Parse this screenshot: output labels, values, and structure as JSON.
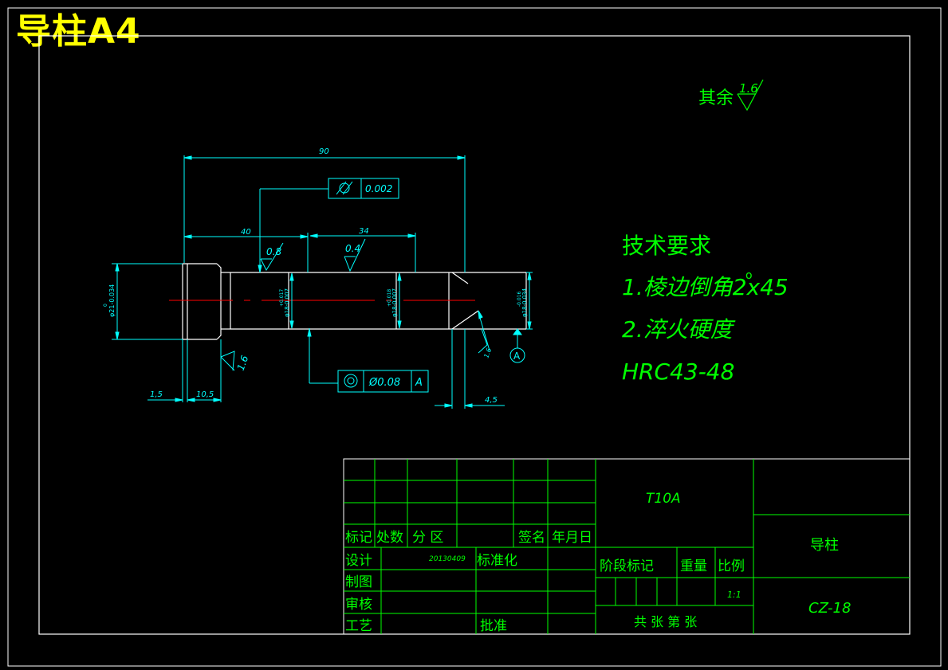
{
  "title": "导柱A4",
  "roughness_note": {
    "prefix": "其余",
    "value": "1.6"
  },
  "tech_requirements": {
    "heading": "技术要求",
    "line1": "1.棱边倒角2x45",
    "line1_suffix": "o",
    "line2": "2.淬火硬度",
    "line3": "HRC43-48"
  },
  "dimensions": {
    "overall_length": "90",
    "length_40": "40",
    "length_34": "34",
    "length_1_5": "1,5",
    "length_10_5": "10,5",
    "length_4_5": "4,5",
    "dia_head": "φ21-0.034",
    "dia_head_sup": "0",
    "dia_mid1": "φ18-0.007",
    "dia_mid1_tol": "+0.017",
    "dia_mid2": "φ18-0.007",
    "dia_mid2_tol": "+0.018",
    "dia_end": "φ18-0.034",
    "dia_end_tol": "-0.016"
  },
  "surface_finish": {
    "ra_08": "0.8",
    "ra_04": "0.4",
    "ra_16": "1.6",
    "ra_chamfer": "1.6"
  },
  "gdt": {
    "cylindricity_value": "0.002",
    "concentricity_value": "Ø0.08",
    "concentricity_datum": "A",
    "datum_label": "A"
  },
  "title_block": {
    "material": "T10A",
    "part_name": "导柱",
    "drawing_no": "CZ-18",
    "scale": "1:1",
    "date": "20130409",
    "labels": {
      "mark": "标记",
      "count": "处数",
      "zone": "分 区",
      "signature": "签名",
      "ymd": "年月日",
      "design": "设计",
      "standardize": "标准化",
      "drawing": "制图",
      "review": "审核",
      "process": "工艺",
      "approve": "批准",
      "stage_mark": "阶段标记",
      "weight": "重量",
      "ratio": "比例",
      "sheets": "共  张 第  张"
    }
  },
  "colors": {
    "background": "#000000",
    "frame": "#ffffff",
    "geometry": "#ffffff",
    "dimension": "#00ffff",
    "text": "#00ff00",
    "centerline": "#ff0000",
    "title": "#ffff00"
  }
}
